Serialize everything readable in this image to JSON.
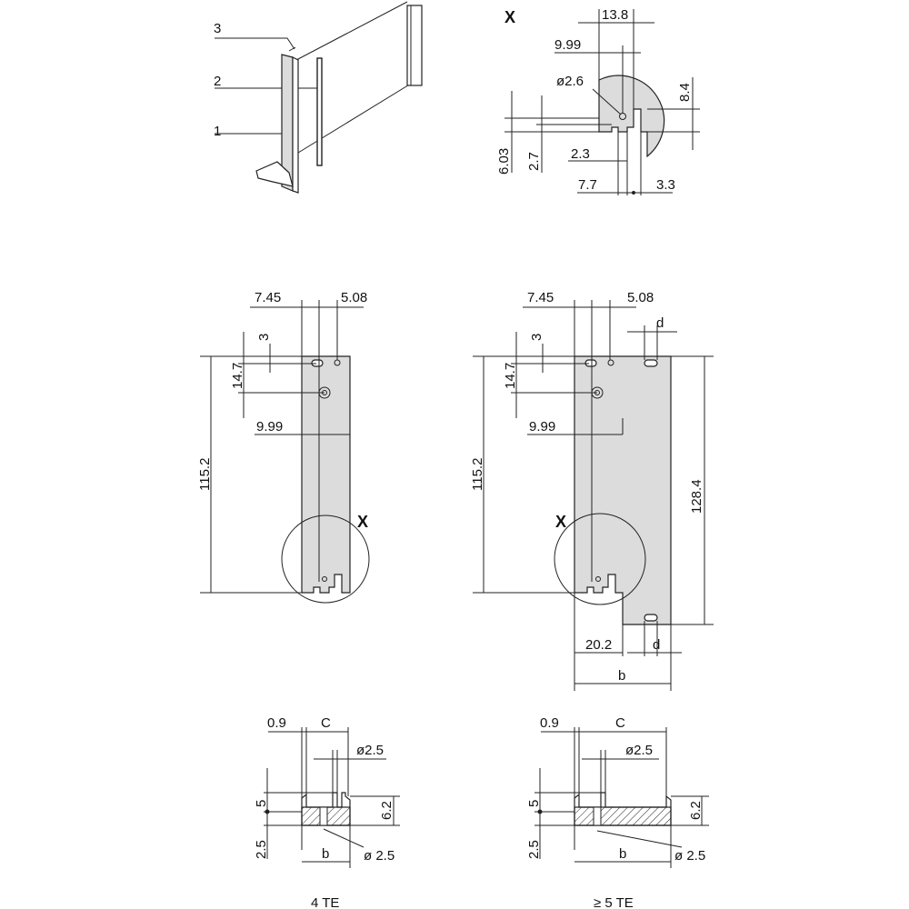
{
  "isometric": {
    "callouts": [
      "3",
      "2",
      "1"
    ]
  },
  "detail_x": {
    "label": "X",
    "dims": {
      "d13_8": "13.8",
      "d9_99": "9.99",
      "dia2_6": "ø2.6",
      "d8_4": "8.4",
      "d6_03": "6.03",
      "d2_7": "2.7",
      "d2_3": "2.3",
      "d7_7": "7.7",
      "d3_3": "3.3"
    }
  },
  "panel_4te": {
    "dims": {
      "d7_45": "7.45",
      "d5_08": "5.08",
      "d3": "3",
      "d14_7": "14.7",
      "d9_99": "9.99",
      "d115_2": "115.2"
    },
    "detail_label": "X"
  },
  "panel_5te": {
    "dims": {
      "d7_45": "7.45",
      "d5_08": "5.08",
      "d_top": "d",
      "d3": "3",
      "d14_7": "14.7",
      "d9_99": "9.99",
      "d115_2": "115.2",
      "d128_4": "128.4",
      "d20_2": "20.2",
      "d_bottom": "d",
      "b": "b"
    },
    "detail_label": "X"
  },
  "section_4te": {
    "dims": {
      "d0_9": "0.9",
      "c": "C",
      "dia2_5_top": "ø2.5",
      "d5": "5",
      "d6_2": "6.2",
      "d2_5": "2.5",
      "b": "b",
      "dia2_5_bottom": "ø 2.5"
    },
    "caption": "4 TE"
  },
  "section_5te": {
    "dims": {
      "d0_9": "0.9",
      "c": "C",
      "dia2_5_top": "ø2.5",
      "d5": "5",
      "d6_2": "6.2",
      "d2_5": "2.5",
      "b": "b",
      "dia2_5_bottom": "ø 2.5"
    },
    "caption": "≥ 5 TE"
  }
}
